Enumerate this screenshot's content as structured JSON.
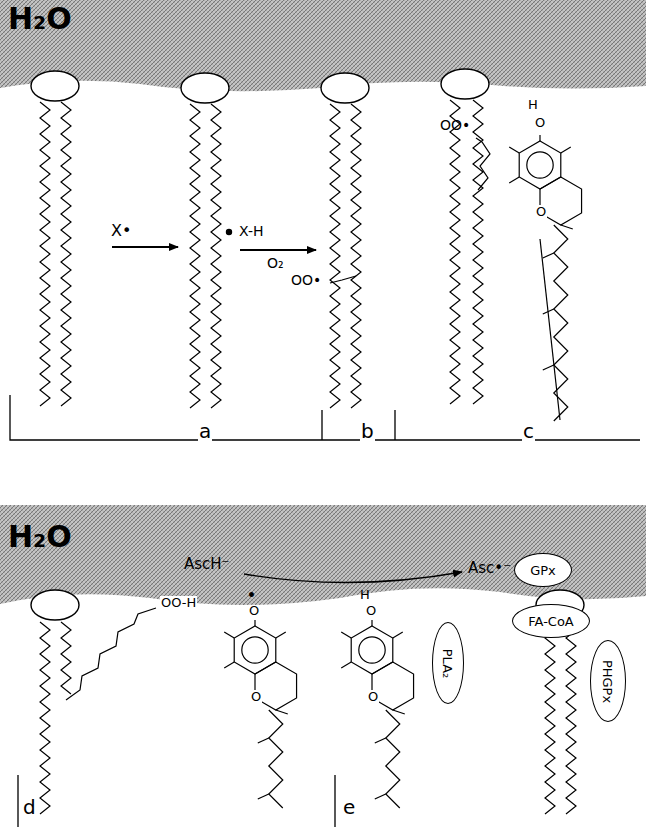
{
  "diagram": {
    "nodes": [
      {
        "text": [
          "GPx"
        ]
      },
      {
        "text": [
          "FA-CoA"
        ]
      },
      {
        "text": [
          "PLA₂"
        ]
      },
      {
        "text": [
          "PHGPx"
        ]
      }
    ],
    "labels": [
      "H₂O",
      "X•",
      "X-H",
      "O₂",
      "OO•",
      "OO•",
      "H",
      "O",
      "O",
      "a",
      "b",
      "c",
      "H₂O",
      "OO-H",
      "•",
      "O",
      "O",
      "AscH⁻",
      "Asc•⁻",
      "H",
      "O",
      "O",
      "d",
      "e"
    ]
  }
}
